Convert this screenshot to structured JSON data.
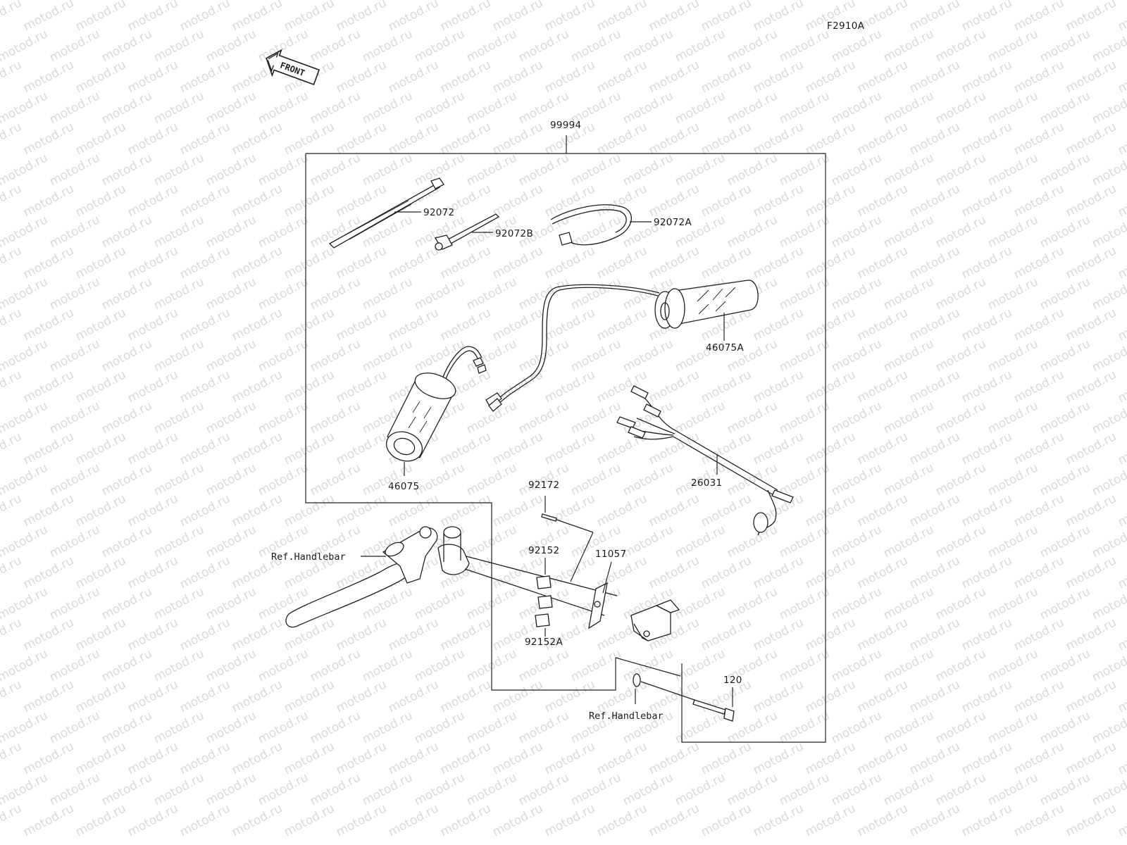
{
  "figure_code": "F2910A",
  "front_arrow_label": "FRONT",
  "watermark": {
    "text": "motod.ru",
    "color": "#d9d9d9"
  },
  "line_color": "#1f1f1f",
  "parts": [
    {
      "id": "p-99994",
      "label": "99994"
    },
    {
      "id": "p-92072",
      "label": "92072"
    },
    {
      "id": "p-92072b",
      "label": "92072B"
    },
    {
      "id": "p-92072a",
      "label": "92072A"
    },
    {
      "id": "p-46075a",
      "label": "46075A"
    },
    {
      "id": "p-46075",
      "label": "46075"
    },
    {
      "id": "p-26031",
      "label": "26031"
    },
    {
      "id": "p-92172",
      "label": "92172"
    },
    {
      "id": "p-92152",
      "label": "92152"
    },
    {
      "id": "p-11057",
      "label": "11057"
    },
    {
      "id": "p-92152a",
      "label": "92152A"
    },
    {
      "id": "p-120",
      "label": "120"
    }
  ],
  "references": [
    {
      "id": "ref-handlebar-left",
      "label": "Ref.Handlebar"
    },
    {
      "id": "ref-handlebar-bottom",
      "label": "Ref.Handlebar"
    }
  ]
}
